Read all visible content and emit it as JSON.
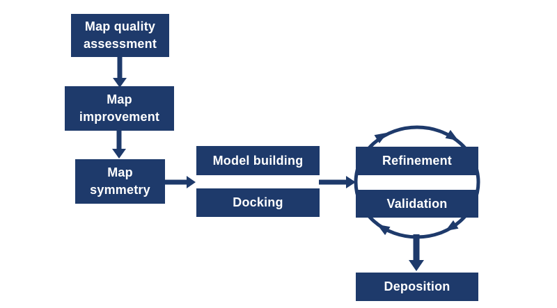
{
  "diagram": {
    "nodes": {
      "map_quality_assessment": {
        "lines": [
          "Map quality",
          "assessment"
        ]
      },
      "map_improvement": {
        "lines": [
          "Map",
          "improvement"
        ]
      },
      "map_symmetry": {
        "lines": [
          "Map",
          "symmetry"
        ]
      },
      "model_building": {
        "lines": [
          "Model building"
        ]
      },
      "docking": {
        "lines": [
          "Docking"
        ]
      },
      "refinement": {
        "lines": [
          "Refinement"
        ]
      },
      "validation": {
        "lines": [
          "Validation"
        ]
      },
      "deposition": {
        "lines": [
          "Deposition"
        ]
      }
    },
    "colors": {
      "box": "#1e3a6b",
      "arrow": "#1e3a6b",
      "text": "#ffffff",
      "background": "#ffffff"
    }
  }
}
